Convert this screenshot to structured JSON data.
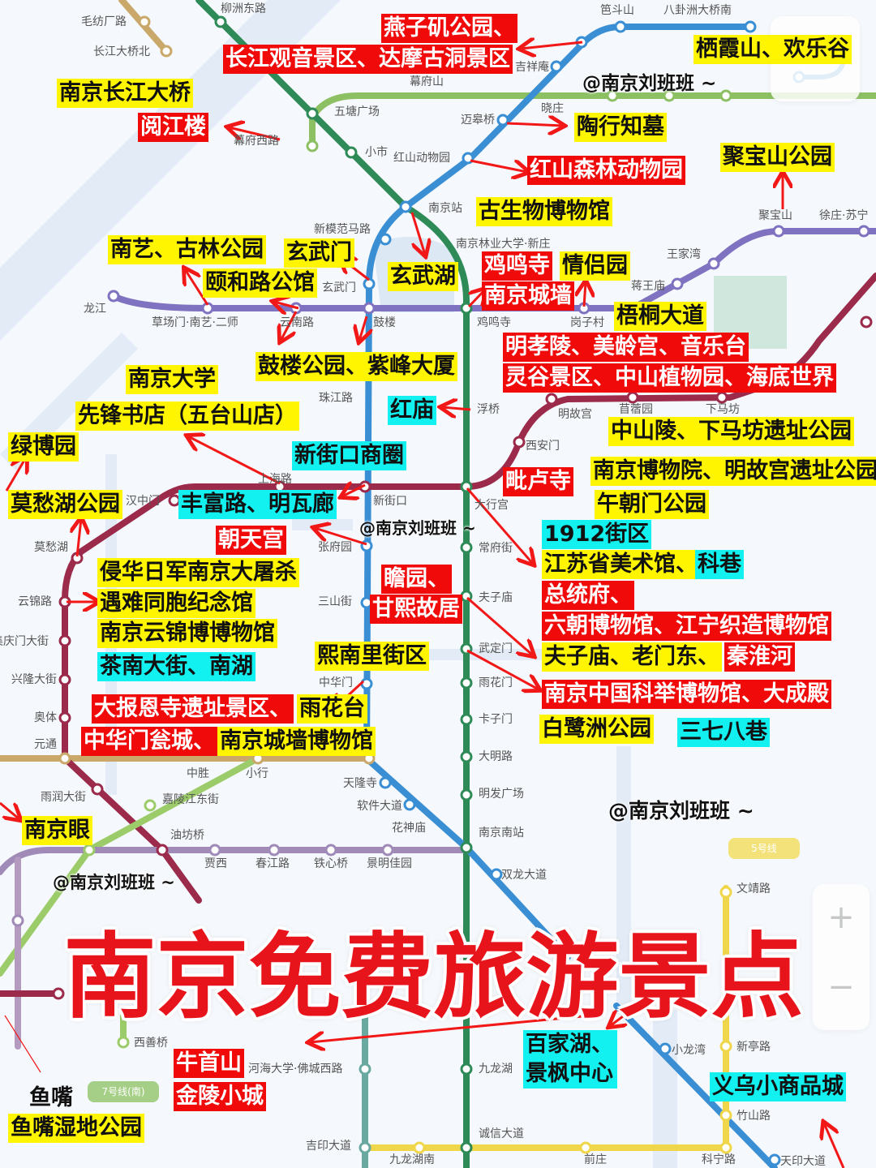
{
  "colors": {
    "yellow": "#fff500",
    "red": "#f00a0a",
    "cyan": "#12f0f0",
    "title": "#e8141c",
    "line1": "#2e8b57",
    "line2": "#9b2a4b",
    "line3": "#3a8fd4",
    "line4": "#8cc063",
    "line10": "#c9a86a",
    "lineS": "#f0d64a",
    "lineP": "#9c7fb5"
  },
  "title": "南京免费旅游景点",
  "watermark": "@南京刘班班 ~",
  "badges": {
    "line7": "7号线(南)",
    "line5": "5号线"
  },
  "zoom_controls": {
    "plus": "+",
    "minus": "−"
  },
  "stations": [
    "毛纺厂路",
    "长江大桥北",
    "柳洲东路",
    "幕府山",
    "五塘广场",
    "幕府西路",
    "小市",
    "红山动物园",
    "迈皋桥",
    "晓庄",
    "吉祥庵",
    "笆斗山",
    "八卦洲大桥南",
    "南京站",
    "新模范马路",
    "南京林业大学·新庄",
    "玄武门",
    "龙江",
    "草场门·南艺·二师",
    "云南路",
    "鼓楼",
    "鸡鸣寺",
    "岗子村",
    "蒋王庙",
    "王家湾",
    "聚宝山",
    "徐庄·苏宁",
    "珠江路",
    "浮桥",
    "明故宫",
    "苜蓿园",
    "下马坊",
    "西安门",
    "上海路",
    "汉中门",
    "新街口",
    "大行宫",
    "莫愁湖",
    "张府园",
    "常府街",
    "云锦路",
    "三山街",
    "夫子庙",
    "集庆门大街",
    "武定门",
    "兴隆大街",
    "中华门",
    "雨花门",
    "奥体",
    "卡子门",
    "元通",
    "中胜",
    "小行",
    "大明路",
    "天隆寺",
    "明发广场",
    "雨润大街",
    "嘉陵江东街",
    "软件大道",
    "花神庙",
    "南京南站",
    "油坊桥",
    "贾西",
    "春江路",
    "铁心桥",
    "景明佳园",
    "双龙大道",
    "文靖路",
    "西善桥",
    "河海大学·佛城西路",
    "九龙湖",
    "小龙湾",
    "新亭路",
    "竹山路",
    "诚信大道",
    "吉印大道",
    "九龙湖南",
    "前庄",
    "科宁路",
    "天印大道"
  ],
  "annotations": [
    {
      "text": "燕子矶公园、",
      "highlight": "red"
    },
    {
      "text": "长江观音景区、达摩古洞景区",
      "highlight": "red"
    },
    {
      "text": "栖霞山、欢乐谷",
      "highlight": "yellow"
    },
    {
      "text": "南京长江大桥",
      "highlight": "yellow"
    },
    {
      "text": "阅江楼",
      "highlight": "red"
    },
    {
      "text": "陶行知墓",
      "highlight": "yellow"
    },
    {
      "text": "红山森林动物园",
      "highlight": "red"
    },
    {
      "text": "聚宝山公园",
      "highlight": "yellow"
    },
    {
      "text": "古生物博物馆",
      "highlight": "yellow"
    },
    {
      "text": "南艺、古林公园",
      "highlight": "yellow"
    },
    {
      "text": "玄武门",
      "highlight": "yellow"
    },
    {
      "text": "颐和路公馆",
      "highlight": "yellow"
    },
    {
      "text": "玄武湖",
      "highlight": "yellow"
    },
    {
      "text": "鸡鸣寺",
      "highlight": "red"
    },
    {
      "text": "情侣园",
      "highlight": "yellow"
    },
    {
      "text": "南京城墙",
      "highlight": "red"
    },
    {
      "text": "梧桐大道",
      "highlight": "yellow"
    },
    {
      "text": "明孝陵、美龄宫、音乐台",
      "highlight": "red"
    },
    {
      "text": "灵谷景区、中山植物园、海底世界",
      "highlight": "red"
    },
    {
      "text": "南京大学",
      "highlight": "yellow"
    },
    {
      "text": "鼓楼公园、紫峰大厦",
      "highlight": "yellow"
    },
    {
      "text": "红庙",
      "highlight": "cyan"
    },
    {
      "text": "先锋书店（五台山店）",
      "highlight": "yellow"
    },
    {
      "text": "中山陵、下马坊遗址公园",
      "highlight": "yellow"
    },
    {
      "text": "绿博园",
      "highlight": "yellow"
    },
    {
      "text": "新街口商圈",
      "highlight": "cyan"
    },
    {
      "text": "毗卢寺",
      "highlight": "red"
    },
    {
      "text": "南京博物院、明故宫遗址公园",
      "highlight": "yellow"
    },
    {
      "text": "莫愁湖公园",
      "highlight": "yellow"
    },
    {
      "text": "丰富路、明瓦廊",
      "highlight": "cyan"
    },
    {
      "text": "午朝门公园",
      "highlight": "yellow"
    },
    {
      "text": "朝天宫",
      "highlight": "red"
    },
    {
      "text": "1912街区",
      "highlight": "cyan"
    },
    {
      "text": "侵华日军南京大屠杀",
      "highlight": "yellow"
    },
    {
      "text": "瞻园、",
      "highlight": "red"
    },
    {
      "text": "江苏省美术馆、",
      "highlight": "yellow"
    },
    {
      "text": "科巷",
      "highlight": "cyan"
    },
    {
      "text": "遇难同胞纪念馆",
      "highlight": "yellow"
    },
    {
      "text": "甘熙故居",
      "highlight": "red"
    },
    {
      "text": "总统府、",
      "highlight": "red"
    },
    {
      "text": "南京云锦博博物馆",
      "highlight": "yellow"
    },
    {
      "text": "六朝博物馆、江宁织造博物馆",
      "highlight": "red"
    },
    {
      "text": "熙南里街区",
      "highlight": "yellow"
    },
    {
      "text": "夫子庙、老门东、",
      "highlight": "yellow"
    },
    {
      "text": "秦淮河",
      "highlight": "red"
    },
    {
      "text": "茶南大街、南湖",
      "highlight": "cyan"
    },
    {
      "text": "南京中国科举博物馆、大成殿",
      "highlight": "red"
    },
    {
      "text": "大报恩寺遗址景区、",
      "highlight": "red"
    },
    {
      "text": "雨花台",
      "highlight": "yellow"
    },
    {
      "text": "白鹭洲公园",
      "highlight": "yellow"
    },
    {
      "text": "三七八巷",
      "highlight": "cyan"
    },
    {
      "text": "中华门瓮城、",
      "highlight": "red"
    },
    {
      "text": "南京城墙博物馆",
      "highlight": "yellow"
    },
    {
      "text": "南京眼",
      "highlight": "yellow"
    },
    {
      "text": "百家湖、",
      "highlight": "cyan"
    },
    {
      "text": "景枫中心",
      "highlight": "cyan"
    },
    {
      "text": "牛首山",
      "highlight": "red"
    },
    {
      "text": "金陵小城",
      "highlight": "red"
    },
    {
      "text": "义乌小商品城",
      "highlight": "cyan"
    },
    {
      "text": "鱼嘴",
      "highlight": "none"
    },
    {
      "text": "鱼嘴湿地公园",
      "highlight": "yellow"
    }
  ]
}
